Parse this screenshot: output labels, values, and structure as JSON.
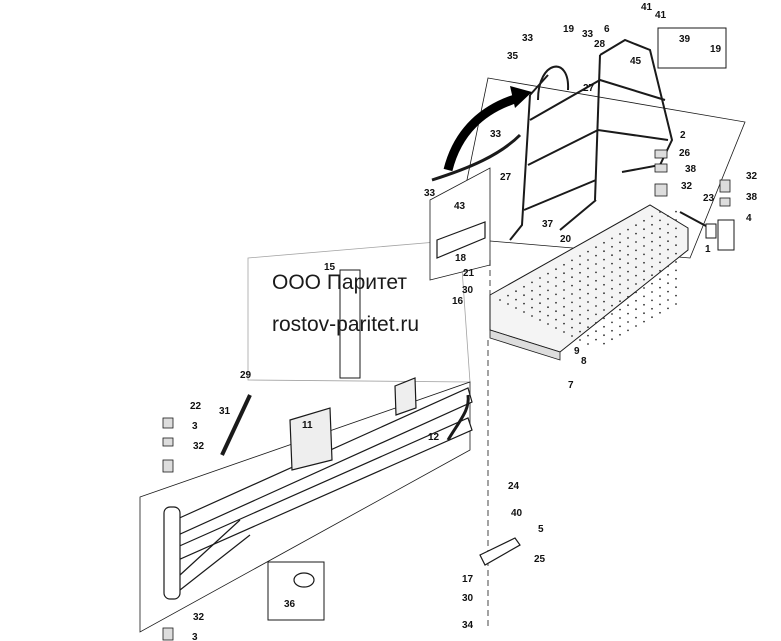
{
  "watermark": {
    "line1": "ООО Паритет",
    "line2": "rostov-paritet.ru"
  },
  "callouts": [
    "1",
    "2",
    "3",
    "3",
    "4",
    "5",
    "6",
    "7",
    "8",
    "9",
    "11",
    "12",
    "15",
    "16",
    "17",
    "18",
    "19",
    "19",
    "20",
    "21",
    "22",
    "23",
    "24",
    "25",
    "26",
    "27",
    "27",
    "28",
    "29",
    "30",
    "30",
    "31",
    "32",
    "32",
    "32",
    "32",
    "33",
    "33",
    "33",
    "33",
    "34",
    "35",
    "36",
    "37",
    "38",
    "38",
    "39",
    "40",
    "41",
    "41",
    "43",
    "45"
  ],
  "colors": {
    "line": "#1a1a1a",
    "panel": "#ffffff",
    "callout_fill": "#bdbdbd",
    "arrow": "#000000"
  }
}
